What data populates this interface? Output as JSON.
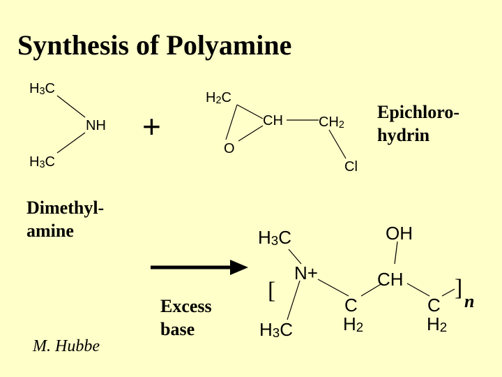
{
  "title": "Synthesis of Polyamine",
  "reactant1": {
    "top_methyl": {
      "base": "H",
      "sub": "3",
      "tail": "C"
    },
    "nh": "NH",
    "bottom_methyl": {
      "base": "H",
      "sub": "3",
      "tail": "C"
    },
    "name_line1": "Dimethyl-",
    "name_line2": "amine"
  },
  "plus_sign": "+",
  "reactant2": {
    "ch2_ring": {
      "base": "H",
      "sub": "2",
      "tail": "C"
    },
    "o": "O",
    "ch": "CH",
    "ch2": {
      "base": "CH",
      "sub": "2"
    },
    "cl": "Cl",
    "name_line1": "Epichloro-",
    "name_line2": "hydrin"
  },
  "conditions": {
    "line1": "Excess",
    "line2": "base"
  },
  "product": {
    "top_methyl": {
      "base": "H",
      "sub": "3",
      "tail": "C"
    },
    "n_plus": "N+",
    "bottom_methyl": {
      "base": "H",
      "sub": "3",
      "tail": "C"
    },
    "oh": "OH",
    "ch": "CH",
    "c1": {
      "base": "C",
      "sub_line": "H",
      "sub": "2"
    },
    "c2": {
      "base": "C",
      "sub_line": "H",
      "sub": "2"
    },
    "bracket_left": "[",
    "bracket_right": "]",
    "subscript_n": "n"
  },
  "author": "M. Hubbe",
  "colors": {
    "background": "#ffffc9",
    "ink": "#000000"
  }
}
